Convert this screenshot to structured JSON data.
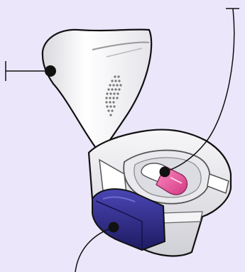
{
  "diagram": {
    "subject": "capsule-inhaler",
    "colors": {
      "background": "#ece6fb",
      "device_body": "#f2f2f4",
      "device_shadow": "#c9c9d0",
      "outline": "#111111",
      "button": "#2e2b8a",
      "button_dark": "#1e1b63",
      "capsule_white": "#ffffff",
      "capsule_pink": "#f0529c",
      "leader_line": "#111111",
      "callout_dot": "#111111"
    },
    "parts": [
      {
        "id": "mouthpiece",
        "callout": "left"
      },
      {
        "id": "capsule",
        "callout": "top-right"
      },
      {
        "id": "piercing-button",
        "callout": "bottom"
      }
    ]
  }
}
